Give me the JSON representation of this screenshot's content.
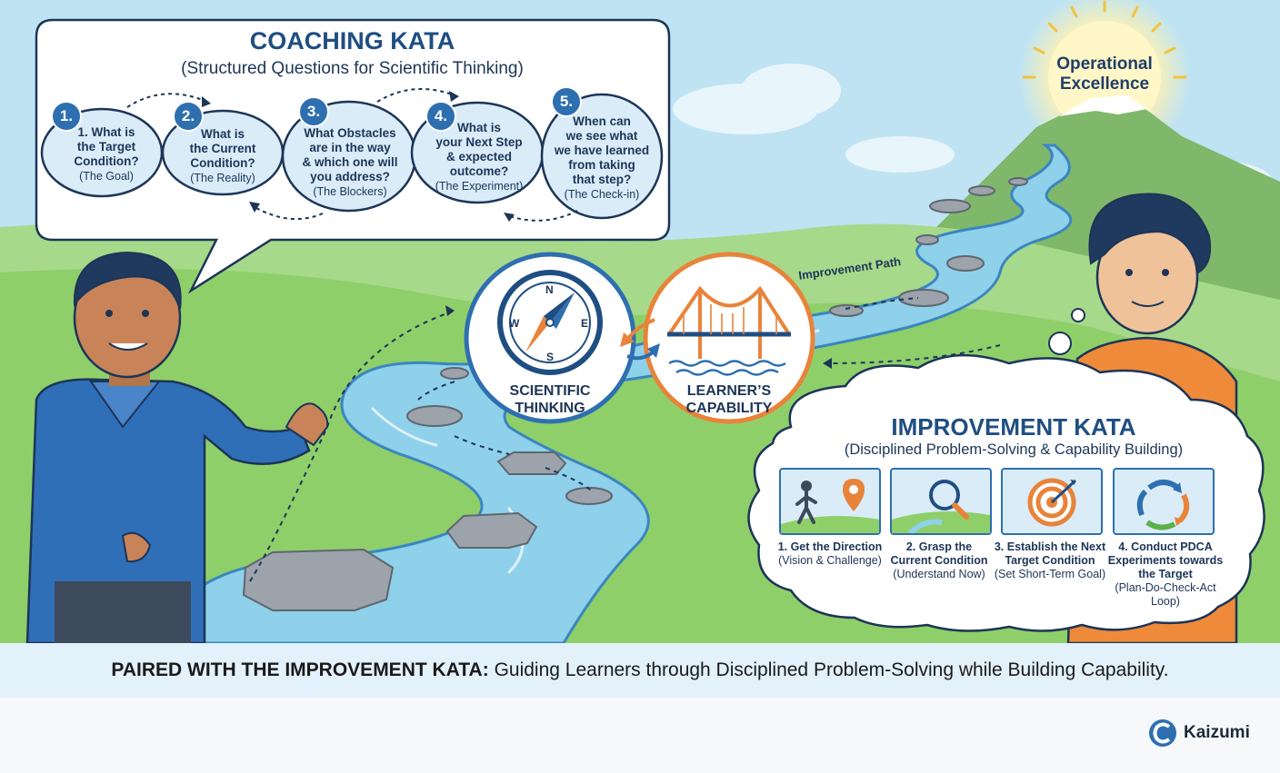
{
  "coaching_kata": {
    "title": "COACHING KATA",
    "subtitle": "(Structured Questions for Scientific Thinking)",
    "questions": [
      {
        "num": "1.",
        "lines": [
          "1. What is",
          "the Target",
          "Condition?"
        ],
        "tag": "(The Goal)"
      },
      {
        "num": "2.",
        "lines": [
          "What is",
          "the Current",
          "Condition?"
        ],
        "tag": "(The Reality)"
      },
      {
        "num": "3.",
        "lines": [
          "What Obstacles",
          "are in the way",
          "& which one will",
          "you address?"
        ],
        "tag": "(The Blockers)"
      },
      {
        "num": "4.",
        "lines": [
          "What is",
          "your Next Step",
          "& expected",
          "outcome?"
        ],
        "tag": "(The Experiment)"
      },
      {
        "num": "5.",
        "lines": [
          "When can",
          "we see what",
          "we have learned",
          "from taking",
          "that step?"
        ],
        "tag": "(The Check-in)"
      }
    ]
  },
  "goal": {
    "line1": "Operational",
    "line2": "Excellence"
  },
  "path_label": "Improvement Path",
  "center": {
    "scientific": {
      "line1": "SCIENTIFIC",
      "line2": "THINKING"
    },
    "learner": {
      "line1": "LEARNER’S",
      "line2": "CAPABILITY"
    },
    "compass_letters": {
      "n": "N",
      "e": "E",
      "s": "S",
      "w": "W"
    }
  },
  "improvement_kata": {
    "title": "IMPROVEMENT KATA",
    "subtitle": "(Disciplined Problem-Solving & Capability Building)",
    "steps": [
      {
        "icon": "walking-person-icon",
        "lines": [
          "1. Get the Direction"
        ],
        "tag": "(Vision & Challenge)"
      },
      {
        "icon": "magnifier-icon",
        "lines": [
          "2. Grasp the",
          "Current Condition"
        ],
        "tag": "(Understand Now)"
      },
      {
        "icon": "target-icon",
        "lines": [
          "3. Establish the Next",
          "Target Condition"
        ],
        "tag": "(Set Short-Term Goal)"
      },
      {
        "icon": "cycle-arrows-icon",
        "lines": [
          "4. Conduct PDCA",
          "Experiments towards",
          "the Target"
        ],
        "tag": "(Plan-Do-Check-Act Loop)"
      }
    ]
  },
  "banner": {
    "bold": "PAIRED WITH THE IMPROVEMENT KATA:",
    "text": " Guiding Learners through Disciplined Problem-Solving while Building Capability."
  },
  "brand": {
    "name": "Kaizumi"
  },
  "colors": {
    "accent_blue": "#2e6fb0",
    "accent_orange": "#e8833a",
    "river": "#8fd0ea",
    "grass": "#8fcf6a"
  }
}
